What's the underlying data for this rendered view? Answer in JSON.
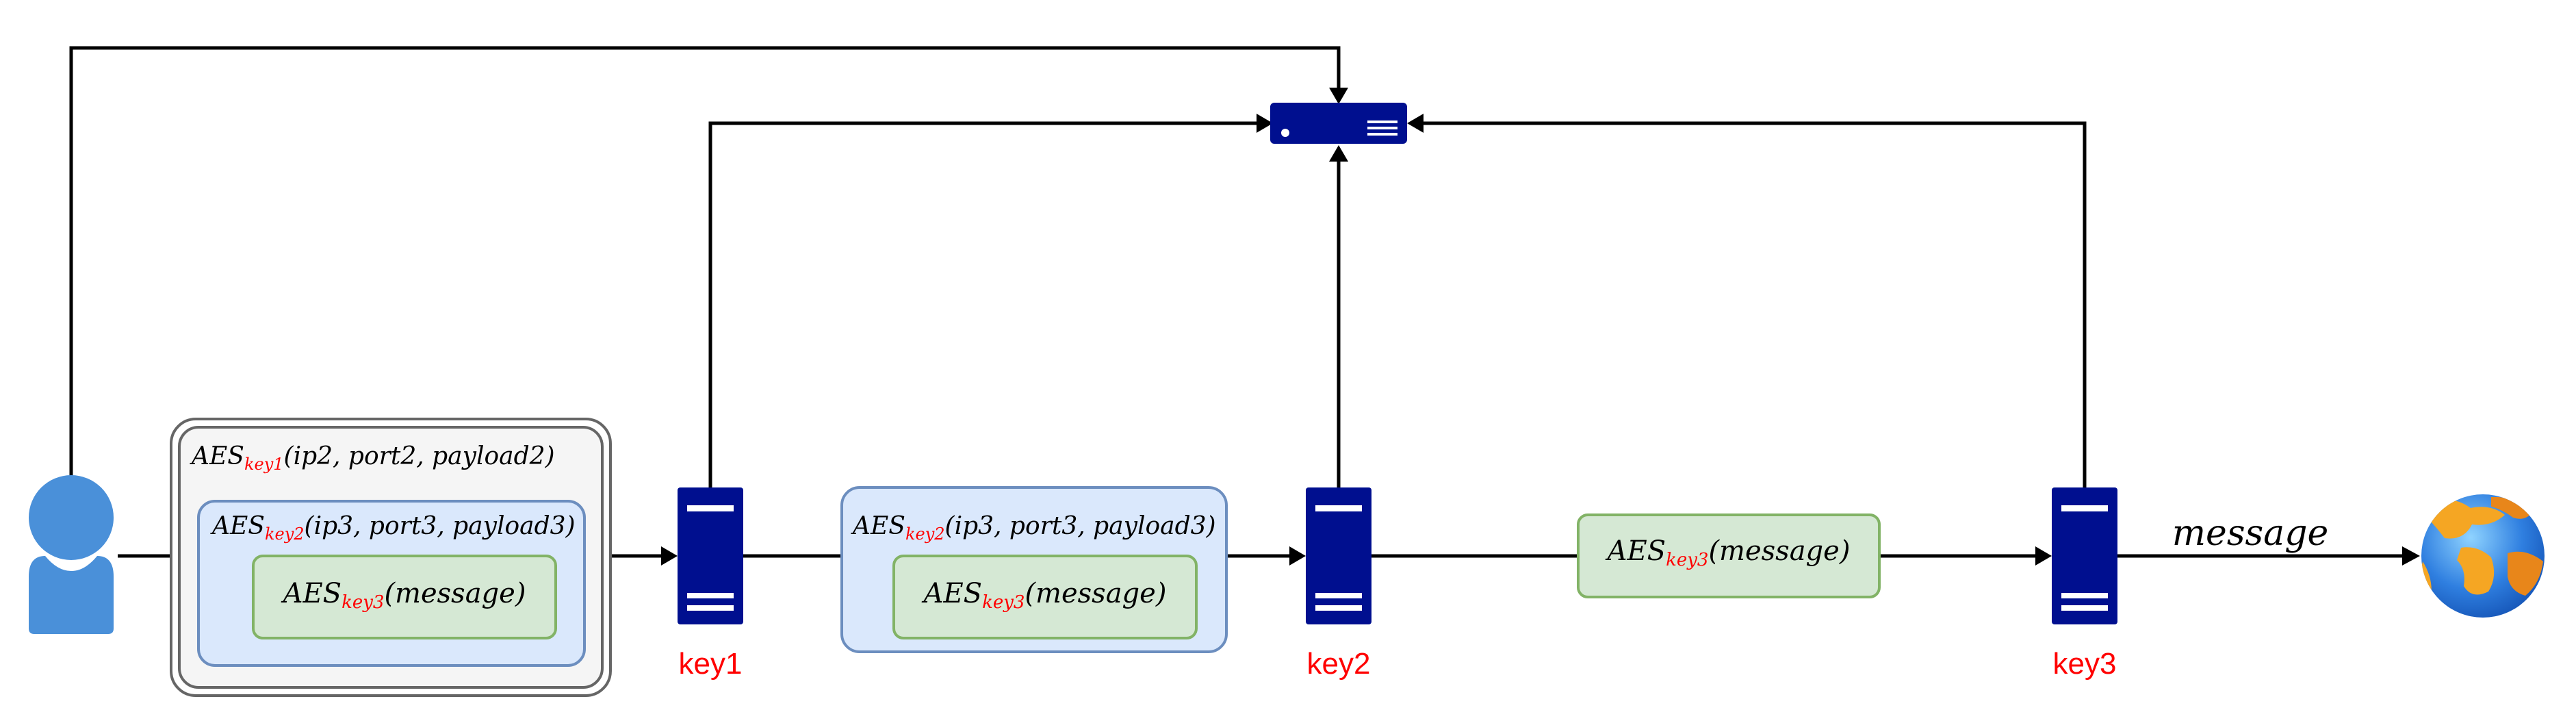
{
  "colors": {
    "node": "#000f8f",
    "key_text": "#ff0000",
    "outer_box_fill": "#f5f5f5",
    "outer_box_stroke": "#666666",
    "blue_box_fill": "#dae8fc",
    "blue_box_stroke": "#6c8ebf",
    "green_box_fill": "#d5e8d4",
    "green_box_stroke": "#82b366",
    "user": "#4a90d9",
    "globe_ocean": "#2f7fe0",
    "globe_land": "#f5a623"
  },
  "icons": {
    "user": "user-icon",
    "directory_server": "directory-server-icon",
    "relay": "server-icon",
    "destination": "globe-icon"
  },
  "relays": [
    {
      "key": "key1"
    },
    {
      "key": "key2"
    },
    {
      "key": "key3"
    }
  ],
  "layers": {
    "layer1": {
      "prefix": "AES",
      "key": "key1",
      "args": "(ip2, port2, payload2)"
    },
    "layer2": {
      "prefix": "AES",
      "key": "key2",
      "args": "(ip3, port3, payload3)"
    },
    "layer3": {
      "prefix": "AES",
      "key": "key3",
      "args": "(message)"
    }
  },
  "output": {
    "label": "message"
  }
}
